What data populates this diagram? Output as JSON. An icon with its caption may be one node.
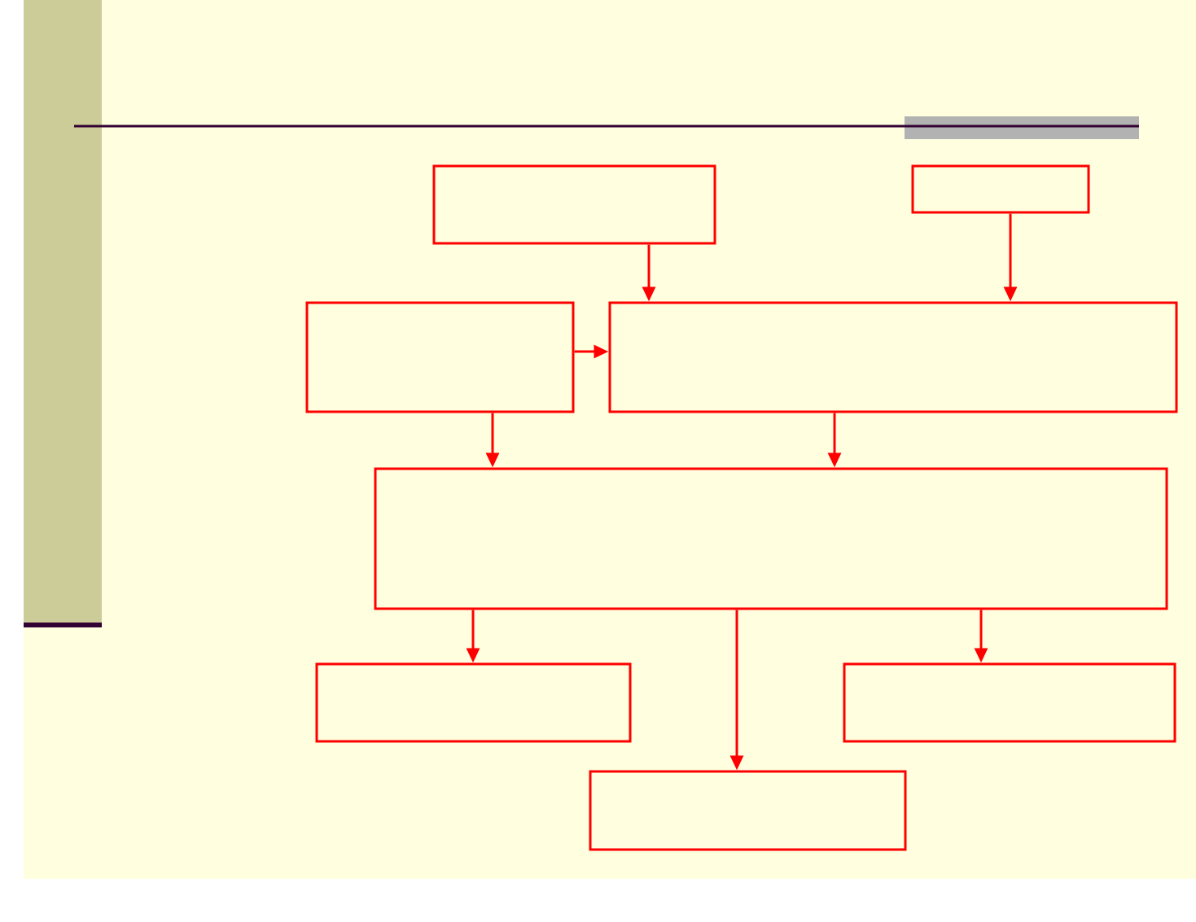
{
  "diagram": {
    "nodes": [
      {
        "text": [],
        "shape": "box"
      },
      {
        "text": [],
        "shape": "box"
      },
      {
        "text": [],
        "shape": "box"
      },
      {
        "text": [],
        "shape": "box"
      },
      {
        "text": [],
        "shape": "box"
      },
      {
        "text": [],
        "shape": "box"
      },
      {
        "text": [],
        "shape": "box"
      },
      {
        "text": [],
        "shape": "box"
      }
    ],
    "edges": [
      {
        "from": 0,
        "to": 3,
        "arrow": "to"
      },
      {
        "from": 1,
        "to": 3,
        "arrow": "to"
      },
      {
        "from": 2,
        "to": 3,
        "arrow": "to"
      },
      {
        "from": 2,
        "to": 4,
        "arrow": "to"
      },
      {
        "from": 3,
        "to": 4,
        "arrow": "to"
      },
      {
        "from": 4,
        "to": 5,
        "arrow": "to"
      },
      {
        "from": 4,
        "to": 7,
        "arrow": "to"
      },
      {
        "from": 4,
        "to": 6,
        "arrow": "to"
      }
    ]
  }
}
